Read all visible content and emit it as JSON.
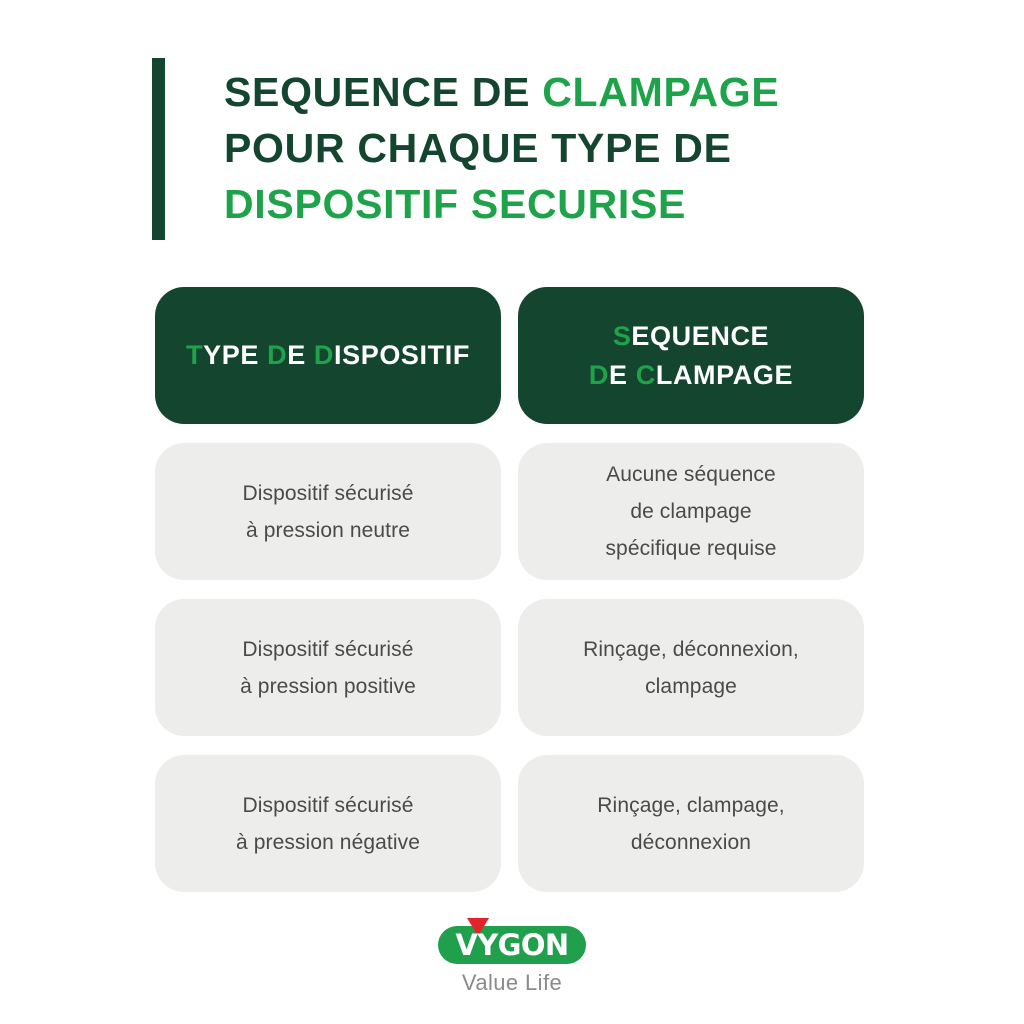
{
  "title": {
    "lines": [
      {
        "segments": [
          {
            "text": "SEQUENCE DE ",
            "accent": false
          },
          {
            "text": "CLAMPAGE",
            "accent": true
          }
        ]
      },
      {
        "segments": [
          {
            "text": "POUR CHAQUE TYPE DE",
            "accent": false
          }
        ]
      },
      {
        "segments": [
          {
            "text": "DISPOSITIF SECURISE",
            "accent": true
          }
        ]
      }
    ],
    "line1_plain": "SEQUENCE DE ",
    "line1_accent": "CLAMPAGE",
    "line2": "POUR CHAQUE TYPE DE",
    "line3": "DISPOSITIF SECURISE"
  },
  "table": {
    "headers": {
      "col1": {
        "line1_a": "T",
        "line1_b": "YPE ",
        "line1_c": "D",
        "line1_d": "E ",
        "line1_e": "D",
        "line1_f": "ISPOSITIF",
        "full_text": "TYPE DE DISPOSITIF"
      },
      "col2": {
        "line1_a": "S",
        "line1_b": "EQUENCE",
        "line2_a": "D",
        "line2_b": "E ",
        "line2_c": "C",
        "line2_d": "LAMPAGE",
        "full_text": "SEQUENCE DE CLAMPAGE"
      }
    },
    "rows": [
      {
        "device": {
          "line1": "Dispositif sécurisé",
          "line2": "à pression neutre"
        },
        "sequence": {
          "line1": "Aucune séquence",
          "line2": "de clampage",
          "line3": "spécifique requise"
        }
      },
      {
        "device": {
          "line1": "Dispositif sécurisé",
          "line2": "à pression positive"
        },
        "sequence": {
          "line1": "Rinçage, déconnexion,",
          "line2": "clampage",
          "line3": ""
        }
      },
      {
        "device": {
          "line1": "Dispositif sécurisé",
          "line2": "à pression négative"
        },
        "sequence": {
          "line1": "Rinçage, clampage,",
          "line2": "déconnexion",
          "line3": ""
        }
      }
    ]
  },
  "logo": {
    "wordmark": "VYGON",
    "tagline": "Value Life"
  },
  "colors": {
    "dark_green": "#14452f",
    "bright_green": "#1fa34a",
    "logo_green": "#20a04c",
    "logo_red": "#e1252b",
    "cell_gray": "#ededec",
    "body_text": "#4a4a4a",
    "tagline_gray": "#8a8a8a",
    "background": "#ffffff"
  }
}
